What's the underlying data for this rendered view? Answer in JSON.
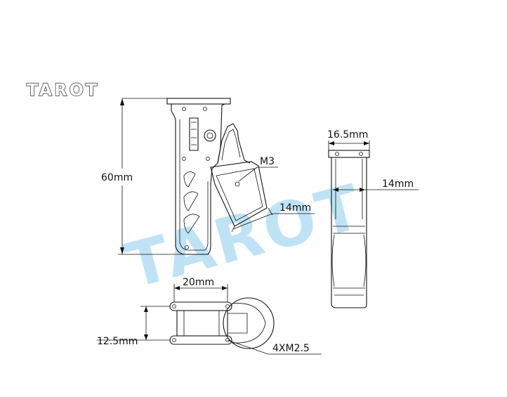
{
  "logo": {
    "text": "TAROT"
  },
  "watermark": {
    "text": "TAROT",
    "color": "#bfe3f5"
  },
  "front_view": {
    "height_label": "60mm",
    "bolt_label": "M3",
    "clamp_width_label": "14mm"
  },
  "side_view": {
    "width_label": "16.5mm",
    "inner_width_label": "14mm"
  },
  "bottom_view": {
    "width_label": "20mm",
    "spacing_label": "12.5mm",
    "screw_label": "4XM2.5"
  },
  "colors": {
    "line": "#111111",
    "background": "#ffffff"
  }
}
